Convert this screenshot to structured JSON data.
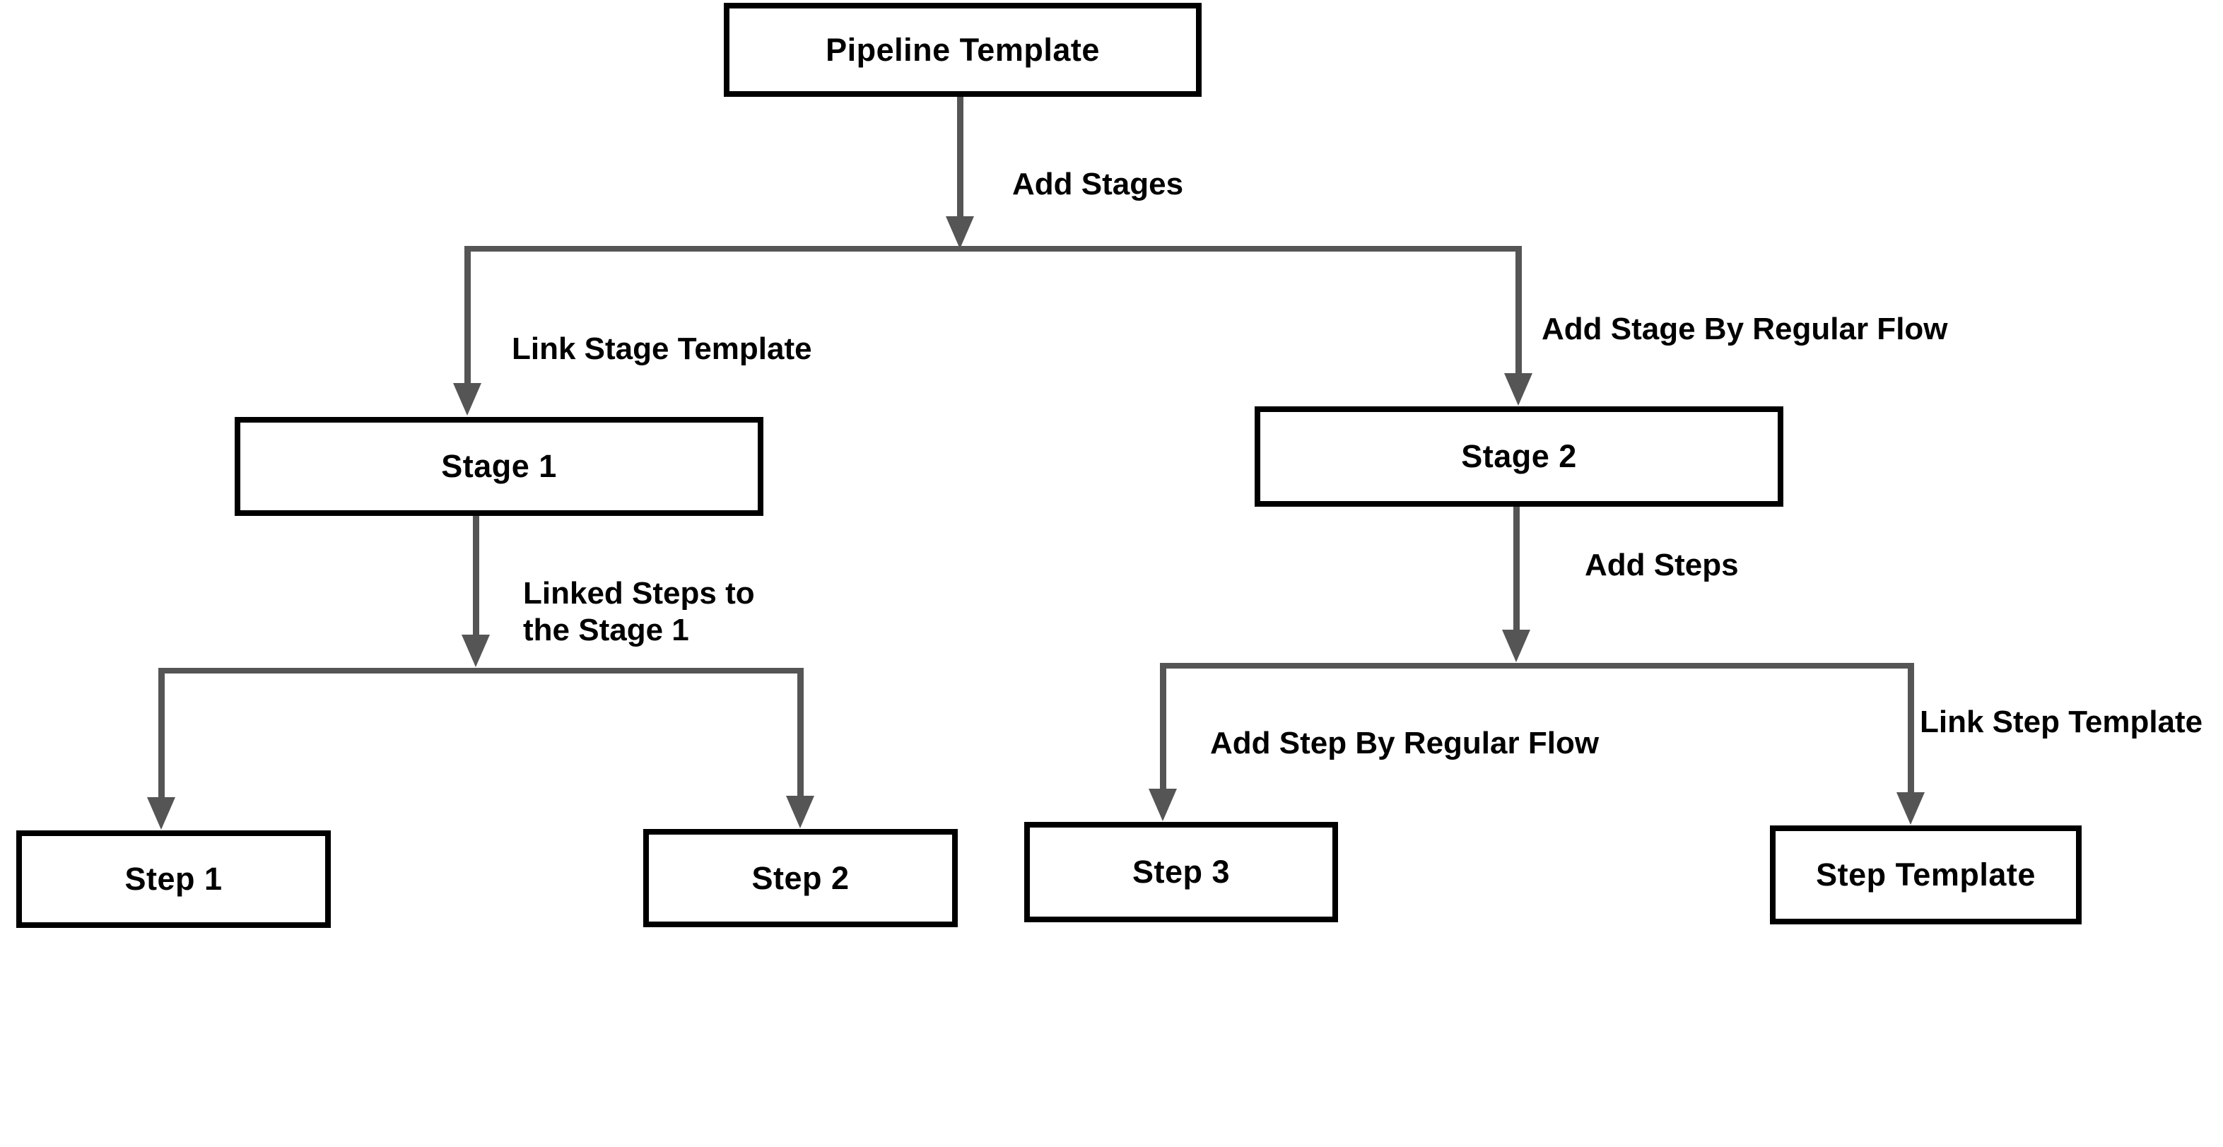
{
  "diagram": {
    "nodes": {
      "pipeline_template": {
        "label": "Pipeline Template"
      },
      "stage_1": {
        "label": "Stage 1"
      },
      "stage_2": {
        "label": "Stage 2"
      },
      "step_1": {
        "label": "Step 1"
      },
      "step_2": {
        "label": "Step 2"
      },
      "step_3": {
        "label": "Step 3"
      },
      "step_template": {
        "label": "Step Template"
      }
    },
    "edges": {
      "add_stages": {
        "label": "Add Stages"
      },
      "link_stage_template": {
        "label": "Link Stage Template"
      },
      "add_stage_by_regular_flow": {
        "label": "Add Stage By Regular Flow"
      },
      "linked_steps_to_stage_1": {
        "label_line1": "Linked Steps to",
        "label_line2": "the Stage 1"
      },
      "add_steps": {
        "label": "Add Steps"
      },
      "add_step_by_regular_flow": {
        "label": "Add Step By Regular Flow"
      },
      "link_step_template": {
        "label": "Link Step Template"
      }
    },
    "colors": {
      "connector": "#555555",
      "node_border": "#000000",
      "node_fill": "#ffffff",
      "text": "#000000",
      "background": "#ffffff"
    }
  }
}
